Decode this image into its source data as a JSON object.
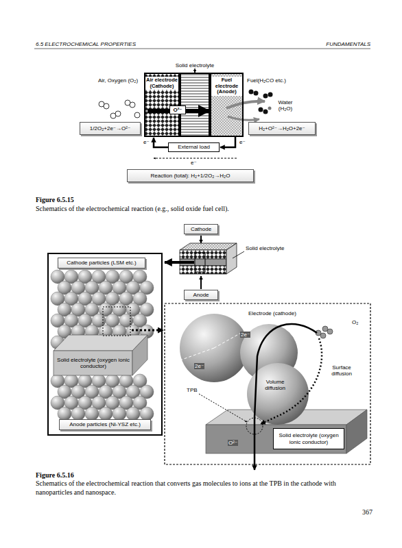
{
  "diagram": {
    "nodes": [
      {
        "text": [
          "Air electrode (Cathode)"
        ]
      },
      {
        "text": [
          "Solid electrolyte"
        ]
      },
      {
        "text": [
          "Fuel electrode (Anode)"
        ]
      },
      {
        "text": [
          "O²⁻"
        ]
      },
      {
        "text": [
          "1/2O₂+2e⁻→O²⁻"
        ]
      },
      {
        "text": [
          "H₂+O²⁻→H₂O+2e⁻"
        ]
      },
      {
        "text": [
          "External load"
        ]
      },
      {
        "text": [
          "Reaction (total): H₂+1/2O₂→H₂O"
        ]
      },
      {
        "text": [
          "Cathode"
        ]
      },
      {
        "text": [
          "Anode"
        ]
      },
      {
        "text": [
          "Cathode particles (LSM etc.)"
        ]
      },
      {
        "text": [
          "Solid electrolyte (oxygen ionic conductor)"
        ]
      },
      {
        "text": [
          "Anode particles (Ni-YSZ etc.)"
        ]
      },
      {
        "text": [
          "Solid electrolyte (oxygen ionic conductor)"
        ]
      }
    ],
    "edges": [
      {
        "from": 0,
        "to": 2,
        "arrow": "to"
      },
      {
        "from": 2,
        "to": 6,
        "arrow": "to"
      },
      {
        "from": 6,
        "to": 0,
        "arrow": "to"
      }
    ],
    "labels": [
      "6.5 ELECTROCHEMICAL PROPERTIES",
      "FUNDAMENTALS",
      "Air, Oxygen (O₂)",
      "Fuel(H₂CO etc.)",
      "Water (H₂O)",
      "e⁻",
      "e⁻",
      "e⁻",
      "Figure 6.5.15",
      "Schematics of the electrochemical reaction (e.g., solid oxide fuel cell).",
      "Solid electrolyte",
      "Electrode (cathode)",
      "O₂",
      "2e⁻",
      "2e⁻",
      "Surface diffusion",
      "Volume diffusion",
      "TPB",
      "O²⁻",
      "Figure 6.5.16",
      "Schematics of the electrochemical reaction that converts gas molecules to ions at the TPB in the cathode with nanoparticles and nanospace.",
      "367"
    ]
  }
}
